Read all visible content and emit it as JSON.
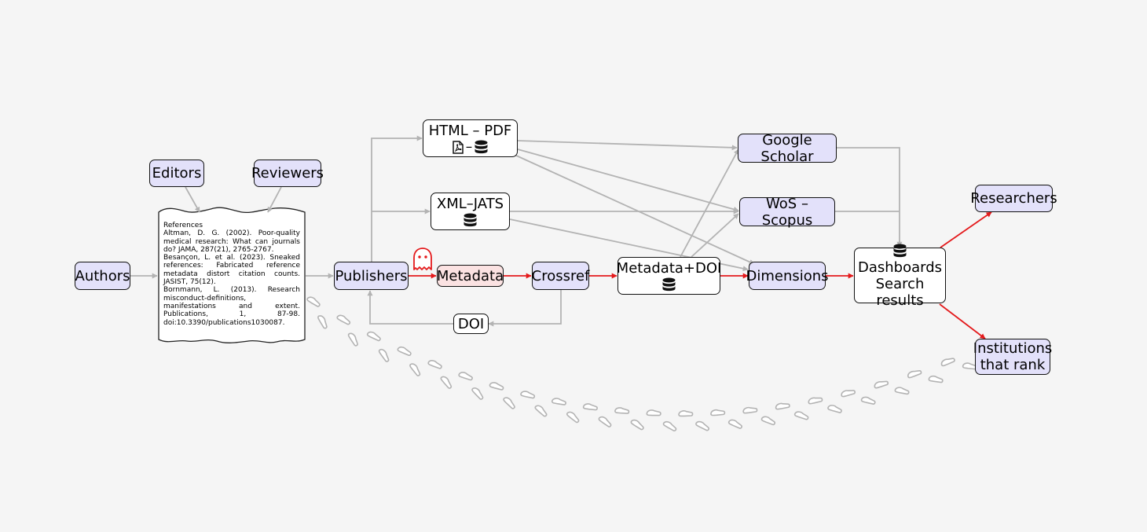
{
  "nodes": {
    "authors": "Authors",
    "editors": "Editors",
    "reviewers": "Reviewers",
    "publishers": "Publishers",
    "html_pdf": "HTML – PDF",
    "icon_sep": "–",
    "xml_jats": "XML–JATS",
    "metadata": "Metadata",
    "crossref": "Crossref",
    "doi": "DOI",
    "metadata_doi": "Metadata+DOI",
    "google_scholar": "Google Scholar",
    "wos_scopus": "WoS – Scopus",
    "dimensions": "Dimensions",
    "dashboards_line1": "Dashboards",
    "dashboards_line2": "Search results",
    "researchers": "Researchers",
    "institutions_line1": "Institutions",
    "institutions_line2": "that rank"
  },
  "references": {
    "title": "References",
    "entries": [
      "Altman, D. G. (2002). Poor-quality medical research: What can journals do? JAMA, 287(21), 2765-2767.",
      "Besançon, L. et al. (2023). Sneaked references: Fabricated reference metadata distort citation counts. JASIST, 75(12).",
      "Bornmann, L. (2013). Research misconduct-definitions, manifestations and extent. Publications, 1, 87-98. doi:10.3390/publications1030087."
    ]
  },
  "icons": {
    "pdf": "pdf-file-icon",
    "database": "database-icon",
    "ghost": "ghost-icon",
    "footprints": "footprints-icon"
  },
  "colors": {
    "background": "#f5f5f5",
    "node_blue": "#e3e1fa",
    "node_pink": "#fbe2e2",
    "node_white": "#ffffff",
    "edge_gray": "#b3b3b3",
    "edge_red": "#e41a1c"
  }
}
